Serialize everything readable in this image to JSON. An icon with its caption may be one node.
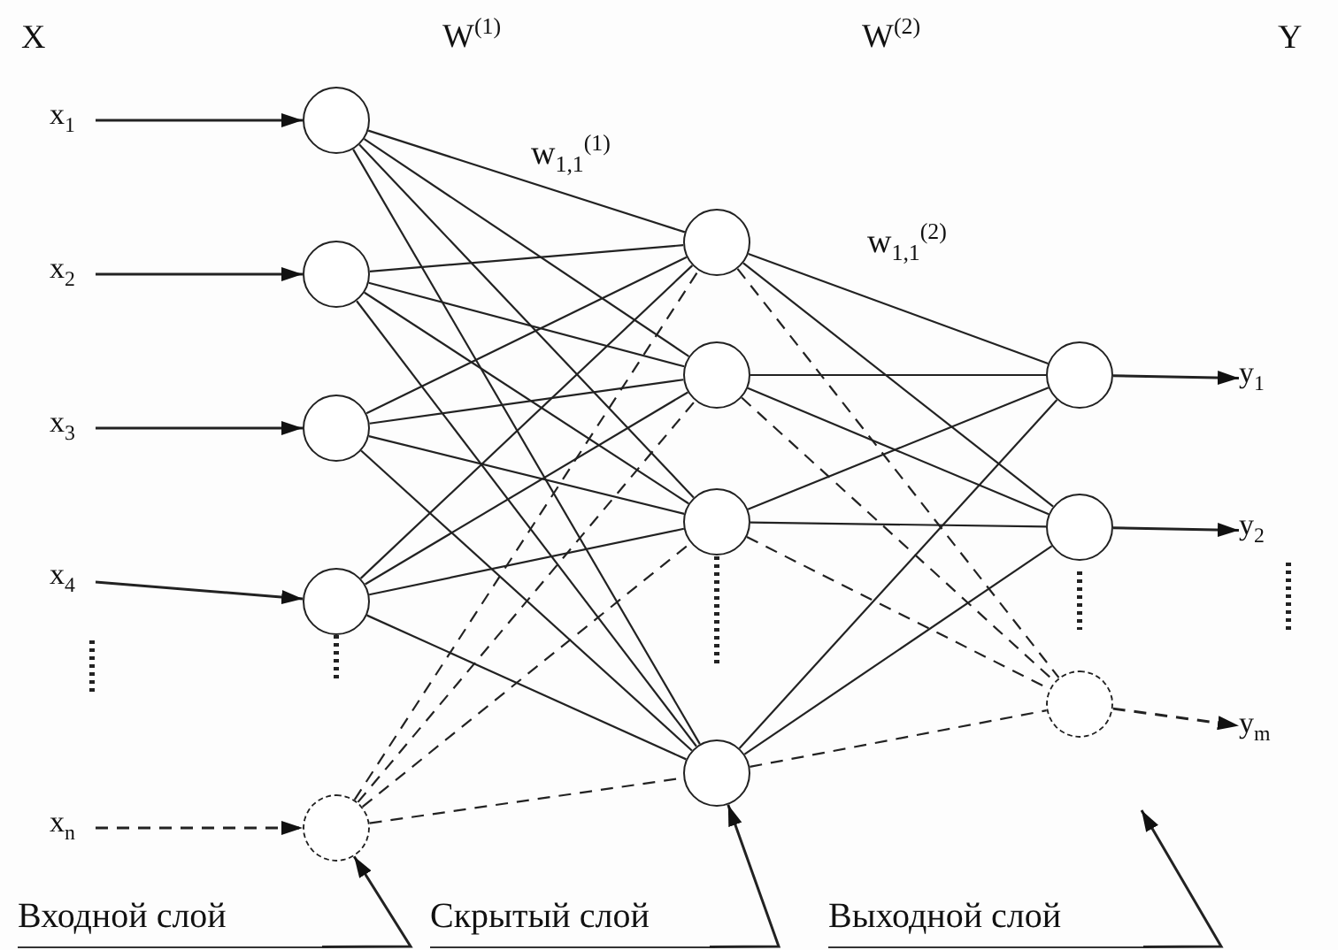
{
  "diagram": {
    "nodes": [
      {
        "text": [
          "x$_{1}$"
        ]
      },
      {
        "text": [
          "x$_{2}$"
        ]
      },
      {
        "text": [
          "x$_{3}$"
        ]
      },
      {
        "text": [
          "x$_{4}$"
        ]
      },
      {
        "text": [
          "x$_{n}$"
        ]
      },
      {
        "text": [],
        "shape": "circle"
      },
      {
        "text": [],
        "shape": "circle"
      },
      {
        "text": [],
        "shape": "circle"
      },
      {
        "text": [],
        "shape": "circle"
      },
      {
        "text": [],
        "shape": "circle"
      },
      {
        "text": [],
        "shape": "circle"
      },
      {
        "text": [],
        "shape": "circle"
      },
      {
        "text": [],
        "shape": "circle"
      },
      {
        "text": [],
        "shape": "circle"
      },
      {
        "text": [],
        "shape": "circle"
      },
      {
        "text": [],
        "shape": "circle"
      },
      {
        "text": [],
        "shape": "circle"
      },
      {
        "text": [
          "y$_{1}$"
        ]
      },
      {
        "text": [
          "y$_{2}$"
        ]
      },
      {
        "text": [
          "y$_{m}$"
        ]
      },
      {
        "text": [
          "Входной слой"
        ]
      },
      {
        "text": [
          "Скрытый слой"
        ]
      },
      {
        "text": [
          "Выходной слой"
        ]
      }
    ],
    "edges": [
      {
        "from": 0,
        "to": 5,
        "arrow": "to"
      },
      {
        "from": 1,
        "to": 6,
        "arrow": "to"
      },
      {
        "from": 2,
        "to": 7,
        "arrow": "to"
      },
      {
        "from": 3,
        "to": 8,
        "arrow": "to"
      },
      {
        "from": 4,
        "to": 9,
        "arrow": "to",
        "style": "dashed"
      },
      {
        "from": 5,
        "to": 10,
        "arrow": "none"
      },
      {
        "from": 5,
        "to": 11,
        "arrow": "none"
      },
      {
        "from": 5,
        "to": 12,
        "arrow": "none"
      },
      {
        "from": 5,
        "to": 13,
        "arrow": "none"
      },
      {
        "from": 6,
        "to": 10,
        "arrow": "none"
      },
      {
        "from": 6,
        "to": 11,
        "arrow": "none"
      },
      {
        "from": 6,
        "to": 12,
        "arrow": "none"
      },
      {
        "from": 6,
        "to": 13,
        "arrow": "none"
      },
      {
        "from": 7,
        "to": 10,
        "arrow": "none"
      },
      {
        "from": 7,
        "to": 11,
        "arrow": "none"
      },
      {
        "from": 7,
        "to": 12,
        "arrow": "none"
      },
      {
        "from": 7,
        "to": 13,
        "arrow": "none"
      },
      {
        "from": 8,
        "to": 10,
        "arrow": "none"
      },
      {
        "from": 8,
        "to": 11,
        "arrow": "none"
      },
      {
        "from": 8,
        "to": 12,
        "arrow": "none"
      },
      {
        "from": 8,
        "to": 13,
        "arrow": "none"
      },
      {
        "from": 9,
        "to": 10,
        "arrow": "none",
        "style": "dashed"
      },
      {
        "from": 9,
        "to": 11,
        "arrow": "none",
        "style": "dashed"
      },
      {
        "from": 9,
        "to": 12,
        "arrow": "none",
        "style": "dashed"
      },
      {
        "from": 9,
        "to": 13,
        "arrow": "none",
        "style": "dashed"
      },
      {
        "from": 10,
        "to": 14,
        "arrow": "none"
      },
      {
        "from": 10,
        "to": 15,
        "arrow": "none"
      },
      {
        "from": 10,
        "to": 16,
        "arrow": "none",
        "style": "dashed"
      },
      {
        "from": 11,
        "to": 14,
        "arrow": "none"
      },
      {
        "from": 11,
        "to": 15,
        "arrow": "none"
      },
      {
        "from": 11,
        "to": 16,
        "arrow": "none",
        "style": "dashed"
      },
      {
        "from": 12,
        "to": 14,
        "arrow": "none"
      },
      {
        "from": 12,
        "to": 15,
        "arrow": "none"
      },
      {
        "from": 12,
        "to": 16,
        "arrow": "none",
        "style": "dashed"
      },
      {
        "from": 13,
        "to": 14,
        "arrow": "none"
      },
      {
        "from": 13,
        "to": 15,
        "arrow": "none"
      },
      {
        "from": 13,
        "to": 16,
        "arrow": "none",
        "style": "dashed"
      },
      {
        "from": 14,
        "to": 17,
        "arrow": "to"
      },
      {
        "from": 15,
        "to": 18,
        "arrow": "to"
      },
      {
        "from": 16,
        "to": 19,
        "arrow": "to",
        "style": "dashed"
      },
      {
        "from": 20,
        "to": 9,
        "arrow": "to"
      },
      {
        "from": 21,
        "to": 13,
        "arrow": "to"
      },
      {
        "from": 22,
        "to": null,
        "arrow": "to"
      }
    ],
    "labels": [
      "X",
      "W$^{(1)}$",
      "W$^{(2)}$",
      "Y",
      "w$_{1,1}$$^{(1)}$",
      "w$_{1,1}$$^{(2)}$"
    ]
  }
}
